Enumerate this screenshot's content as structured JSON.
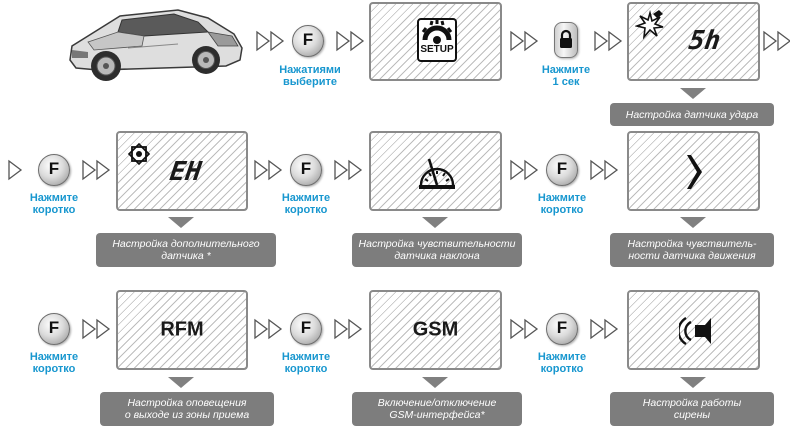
{
  "buttons": {
    "f_label": "F"
  },
  "screens": {
    "setup_text": "SETUP",
    "shock_code": "5h",
    "extra_code": "EH",
    "rfm_text": "RFM",
    "gsm_text": "GSM"
  },
  "labels": {
    "press_select": [
      "Нажатиями",
      "выберите"
    ],
    "press_1sec": [
      "Нажмите",
      "1 сек"
    ],
    "press_short": [
      "Нажмите",
      "коротко"
    ]
  },
  "captions": {
    "shock_sensor": [
      "Настройка датчика удара"
    ],
    "extra_sensor": [
      "Настройка дополнительного",
      "датчика *"
    ],
    "tilt_sensor": [
      "Настройка чувствительности",
      "датчика наклона"
    ],
    "motion_sensor": [
      "Настройка чувствитель-",
      "ности датчика движения"
    ],
    "rfm_alert": [
      "Настройка оповещения",
      "о выходе из зоны приема"
    ],
    "gsm_toggle": [
      "Включение/отключение",
      "GSM-интерфейса*"
    ],
    "siren": [
      "Настройка работы",
      "сирены"
    ]
  },
  "icons": [
    "car-image",
    "setup-gear-icon",
    "lock-button-icon",
    "shock-sensor-icon",
    "extra-sensor-icon",
    "tilt-sensor-icon",
    "motion-sensor-icon",
    "siren-speaker-icon"
  ],
  "colors": {
    "label_blue": "#1897cf",
    "caption_bg": "#7d7d7d",
    "hatch": "#bdbdbd"
  }
}
